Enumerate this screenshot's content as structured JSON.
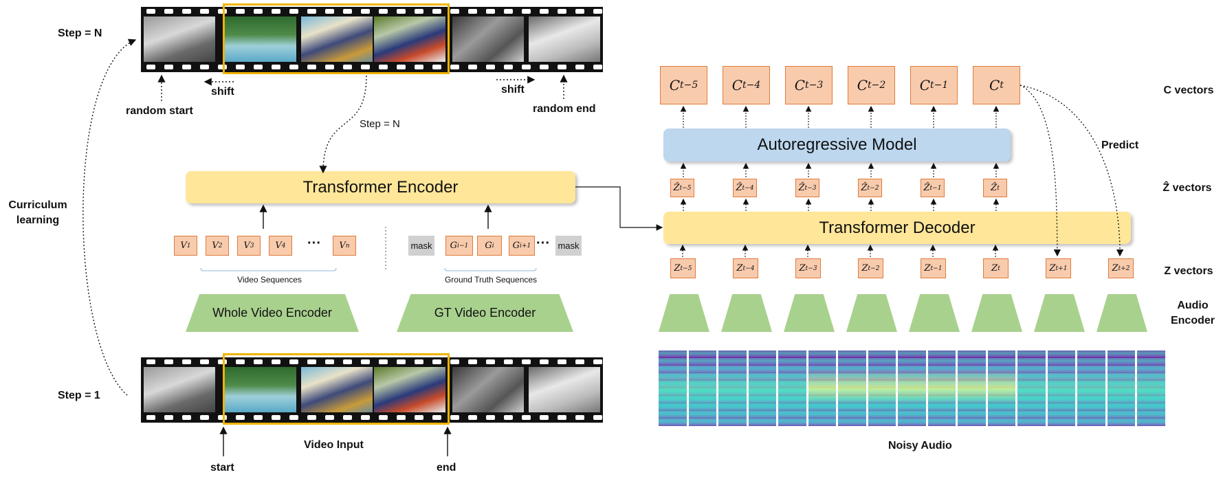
{
  "labels": {
    "step_n": "Step = N",
    "step_1": "Step = 1",
    "curriculum": "Curriculum learning",
    "random_start": "random start",
    "random_end": "random end",
    "shift_left": "shift",
    "shift_right": "shift",
    "step_n_arrow": "Step = N",
    "video_input": "Video Input",
    "start": "start",
    "end": "end",
    "noisy_audio": "Noisy Audio",
    "c_vectors": "C vectors",
    "zhat_vectors": "Ẑ vectors",
    "z_vectors": "Z vectors",
    "audio_encoder": "Audio Encoder",
    "predict": "Predict",
    "video_sequences": "Video Sequences",
    "gt_sequences": "Ground Truth Sequences"
  },
  "blocks": {
    "transformer_encoder": "Transformer Encoder",
    "transformer_decoder": "Transformer Decoder",
    "autoregressive_model": "Autoregressive Model",
    "whole_video_encoder": "Whole Video Encoder",
    "gt_video_encoder": "GT Video Encoder"
  },
  "video_tokens": [
    {
      "base": "V",
      "sub": "1"
    },
    {
      "base": "V",
      "sub": "2"
    },
    {
      "base": "V",
      "sub": "3"
    },
    {
      "base": "V",
      "sub": "4"
    },
    {
      "base": "V",
      "sub": "n"
    }
  ],
  "ellipsis": "···",
  "gt_tokens": [
    {
      "base": "mask",
      "sub": ""
    },
    {
      "base": "G",
      "sub": "i−1"
    },
    {
      "base": "G",
      "sub": "i"
    },
    {
      "base": "G",
      "sub": "i+1"
    },
    {
      "base": "mask",
      "sub": ""
    }
  ],
  "c_tokens": [
    {
      "base": "C",
      "sub": "t−5"
    },
    {
      "base": "C",
      "sub": "t−4"
    },
    {
      "base": "C",
      "sub": "t−3"
    },
    {
      "base": "C",
      "sub": "t−2"
    },
    {
      "base": "C",
      "sub": "t−1"
    },
    {
      "base": "C",
      "sub": "t"
    }
  ],
  "zhat_tokens": [
    {
      "base": "Ẑ",
      "sub": "t−5"
    },
    {
      "base": "Ẑ",
      "sub": "t−4"
    },
    {
      "base": "Ẑ",
      "sub": "t−3"
    },
    {
      "base": "Ẑ",
      "sub": "t−2"
    },
    {
      "base": "Ẑ",
      "sub": "t−1"
    },
    {
      "base": "Ẑ",
      "sub": "t"
    }
  ],
  "z_tokens": [
    {
      "base": "Z",
      "sub": "t−5"
    },
    {
      "base": "Z",
      "sub": "t−4"
    },
    {
      "base": "Z",
      "sub": "t−3"
    },
    {
      "base": "Z",
      "sub": "t−2"
    },
    {
      "base": "Z",
      "sub": "t−1"
    },
    {
      "base": "Z",
      "sub": "t"
    },
    {
      "base": "Z",
      "sub": "t+1"
    },
    {
      "base": "Z",
      "sub": "t+2"
    }
  ],
  "colors": {
    "yellow": "#ffe699",
    "blue": "#bdd7ee",
    "green": "#a9d18e",
    "token": "#f8cbad",
    "token_border": "#e07b39",
    "highlight": "#f0b400"
  }
}
